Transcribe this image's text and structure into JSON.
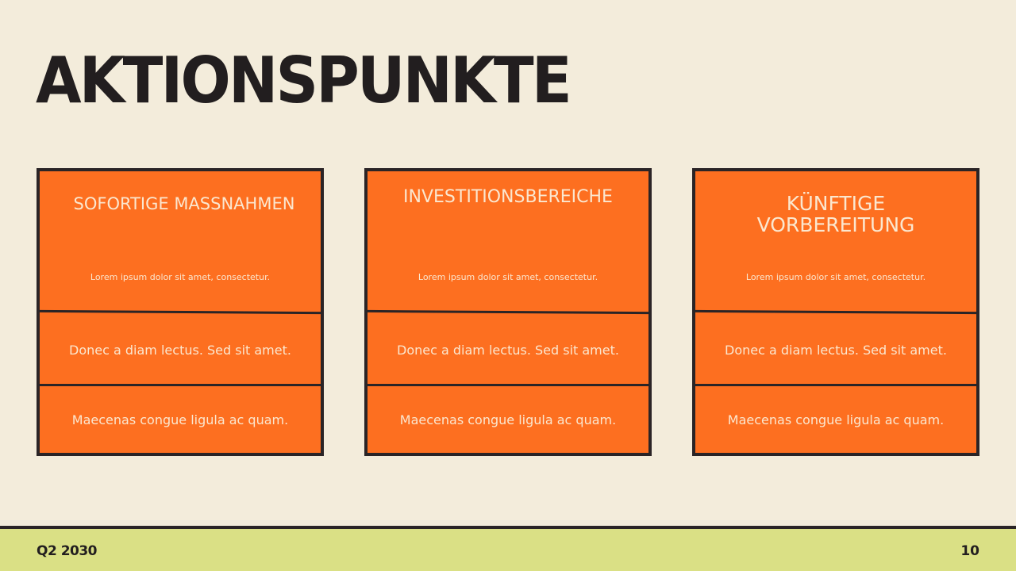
{
  "slide": {
    "title": "AKTIONSPUNKTE",
    "colors": {
      "background": "#f3ecdb",
      "card": "#fd6f20",
      "border": "#2a2426",
      "card_text": "#fbe7cf",
      "footer": "#dae085",
      "title_text": "#221e1f"
    }
  },
  "cards": [
    {
      "heading": "SOFORTIGE MASSNAHMEN",
      "subtitle": "Lorem ipsum dolor sit amet, consectetur.",
      "row1": "Donec a diam lectus. Sed sit amet.",
      "row2": "Maecenas congue ligula ac quam."
    },
    {
      "heading": "INVESTITIONSBEREICHE",
      "subtitle": "Lorem ipsum dolor sit amet, consectetur.",
      "row1": "Donec a diam lectus. Sed sit amet.",
      "row2": "Maecenas congue ligula ac quam."
    },
    {
      "heading": "KÜNFTIGE VORBEREITUNG",
      "subtitle": "Lorem ipsum dolor sit amet, consectetur.",
      "row1": "Donec a diam lectus. Sed sit amet.",
      "row2": "Maecenas congue ligula ac quam."
    }
  ],
  "footer": {
    "left": "Q2 2030",
    "page_number": "10"
  }
}
